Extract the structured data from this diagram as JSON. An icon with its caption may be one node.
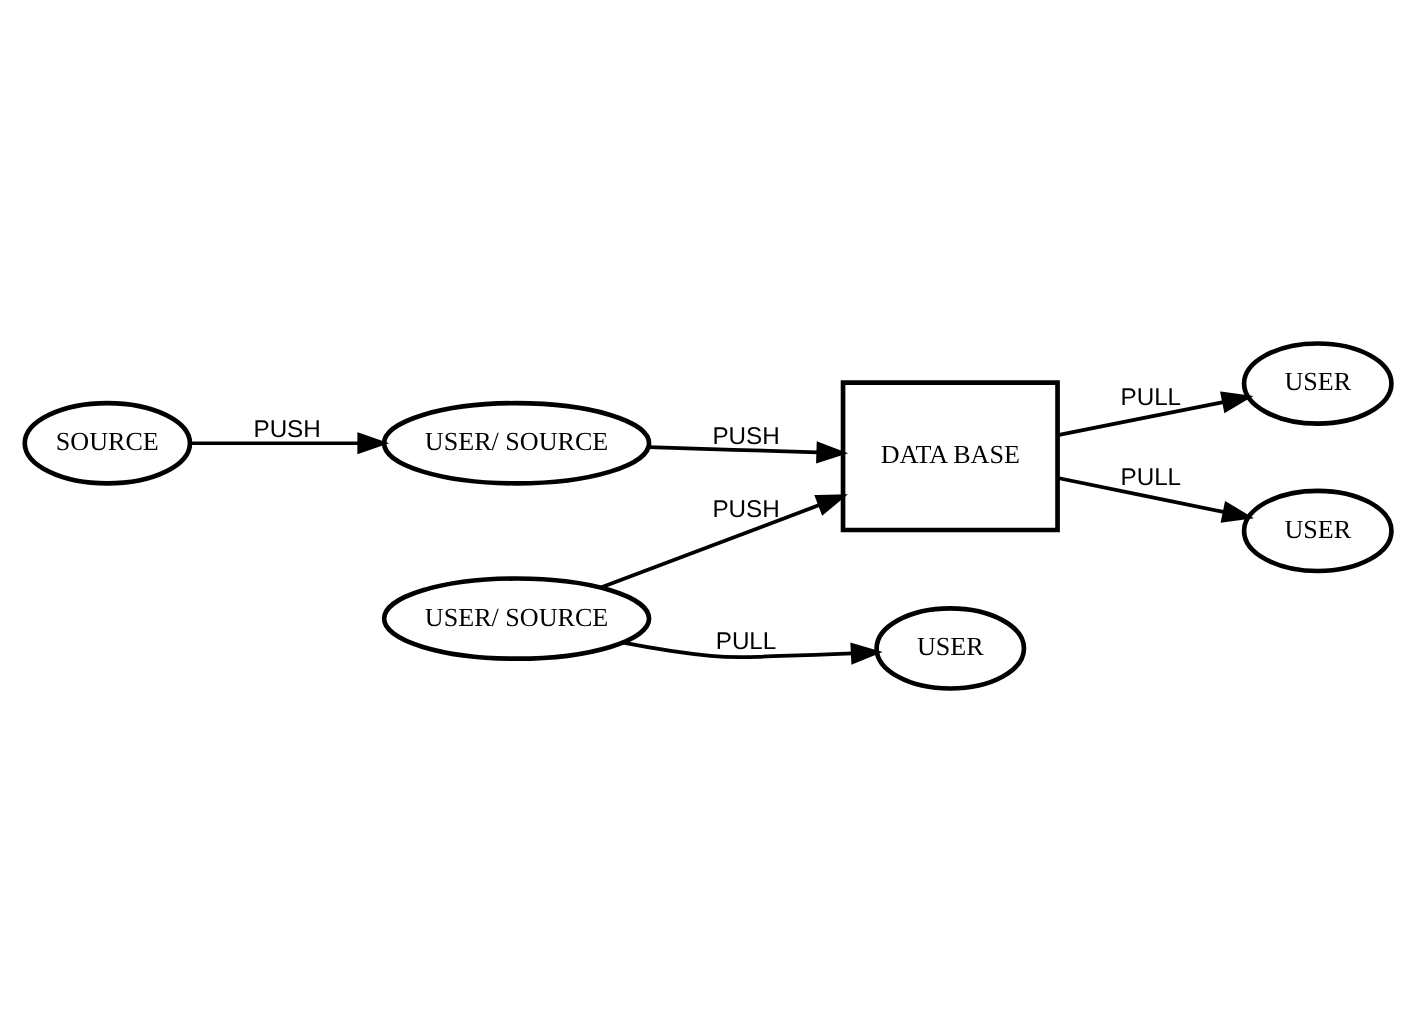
{
  "diagram": {
    "nodes": [
      {
        "text": [
          "SOURCE"
        ]
      },
      {
        "text": [
          "USER"
        ]
      },
      {
        "text": [
          "USER/ SOURCE"
        ]
      },
      {
        "text": [
          "DATA BASE"
        ]
      },
      {
        "text": [
          "USER"
        ]
      },
      {
        "text": [
          "USER"
        ]
      },
      {
        "text": [
          "USER/ SOURCE"
        ]
      }
    ],
    "edges": [
      {
        "from": 0,
        "to": 2,
        "arrow": "to",
        "label": "PUSH"
      },
      {
        "from": 2,
        "to": 3,
        "arrow": "to",
        "label": "PUSH"
      },
      {
        "from": 3,
        "to": 1,
        "arrow": "to",
        "label": "PULL"
      },
      {
        "from": 3,
        "to": 5,
        "arrow": "to",
        "label": "PULL"
      },
      {
        "from": 6,
        "to": 3,
        "arrow": "to",
        "label": "PUSH"
      },
      {
        "from": 6,
        "to": 4,
        "arrow": "to",
        "label": "PULL"
      }
    ]
  }
}
